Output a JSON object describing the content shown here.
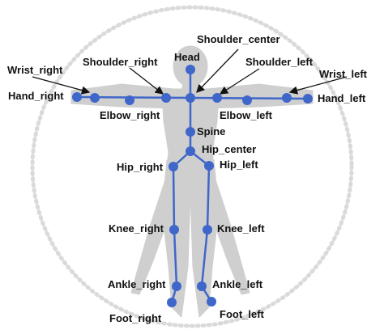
{
  "diagram": {
    "joints": {
      "head": "Head",
      "shoulder_center": "Shoulder_center",
      "shoulder_right": "Shoulder_right",
      "shoulder_left": "Shoulder_left",
      "wrist_right": "Wrist_right",
      "wrist_left": "Wrist_left",
      "hand_right": "Hand_right",
      "hand_left": "Hand_left",
      "elbow_right": "Elbow_right",
      "elbow_left": "Elbow_left",
      "spine": "Spine",
      "hip_center": "Hip_center",
      "hip_right": "Hip_right",
      "hip_left": "Hip_left",
      "knee_right": "Knee_right",
      "knee_left": "Knee_left",
      "ankle_right": "Ankle_right",
      "ankle_left": "Ankle_left",
      "foot_right": "Foot_right",
      "foot_left": "Foot_left"
    },
    "colors": {
      "skeleton": "#3f66c9",
      "silhouette": "#cfcfcf",
      "circle": "#dadada",
      "text": "#111111",
      "arrow": "#111111"
    }
  }
}
